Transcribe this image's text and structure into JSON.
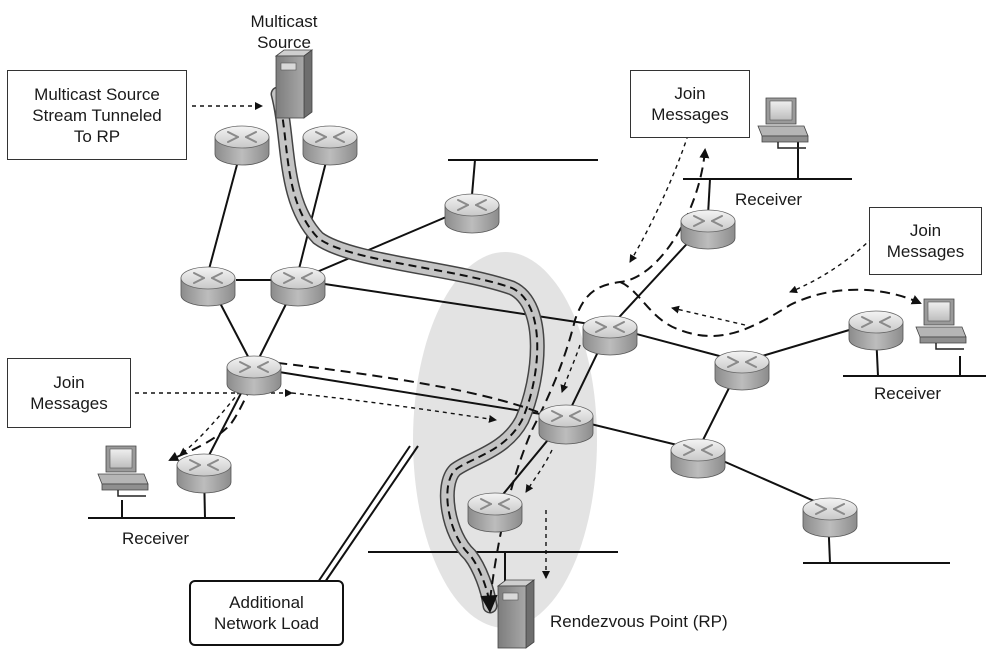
{
  "labels": {
    "multicast_source": [
      "Multicast",
      "Source"
    ],
    "rendezvous_point": "Rendezvous Point (RP)",
    "receiver": "Receiver"
  },
  "callouts": {
    "tunnel_note": [
      "Multicast Source",
      "Stream Tunneled",
      "To RP"
    ],
    "join_top": [
      "Join",
      "Messages"
    ],
    "join_right": [
      "Join",
      "Messages"
    ],
    "join_left": [
      "Join",
      "Messages"
    ],
    "network_load": [
      "Additional",
      "Network Load"
    ]
  },
  "colors": {
    "rp_region": "#e3e3e3",
    "tunnel": "#c4c4c4",
    "router_body": "#a9a9a9",
    "line": "#111111"
  }
}
